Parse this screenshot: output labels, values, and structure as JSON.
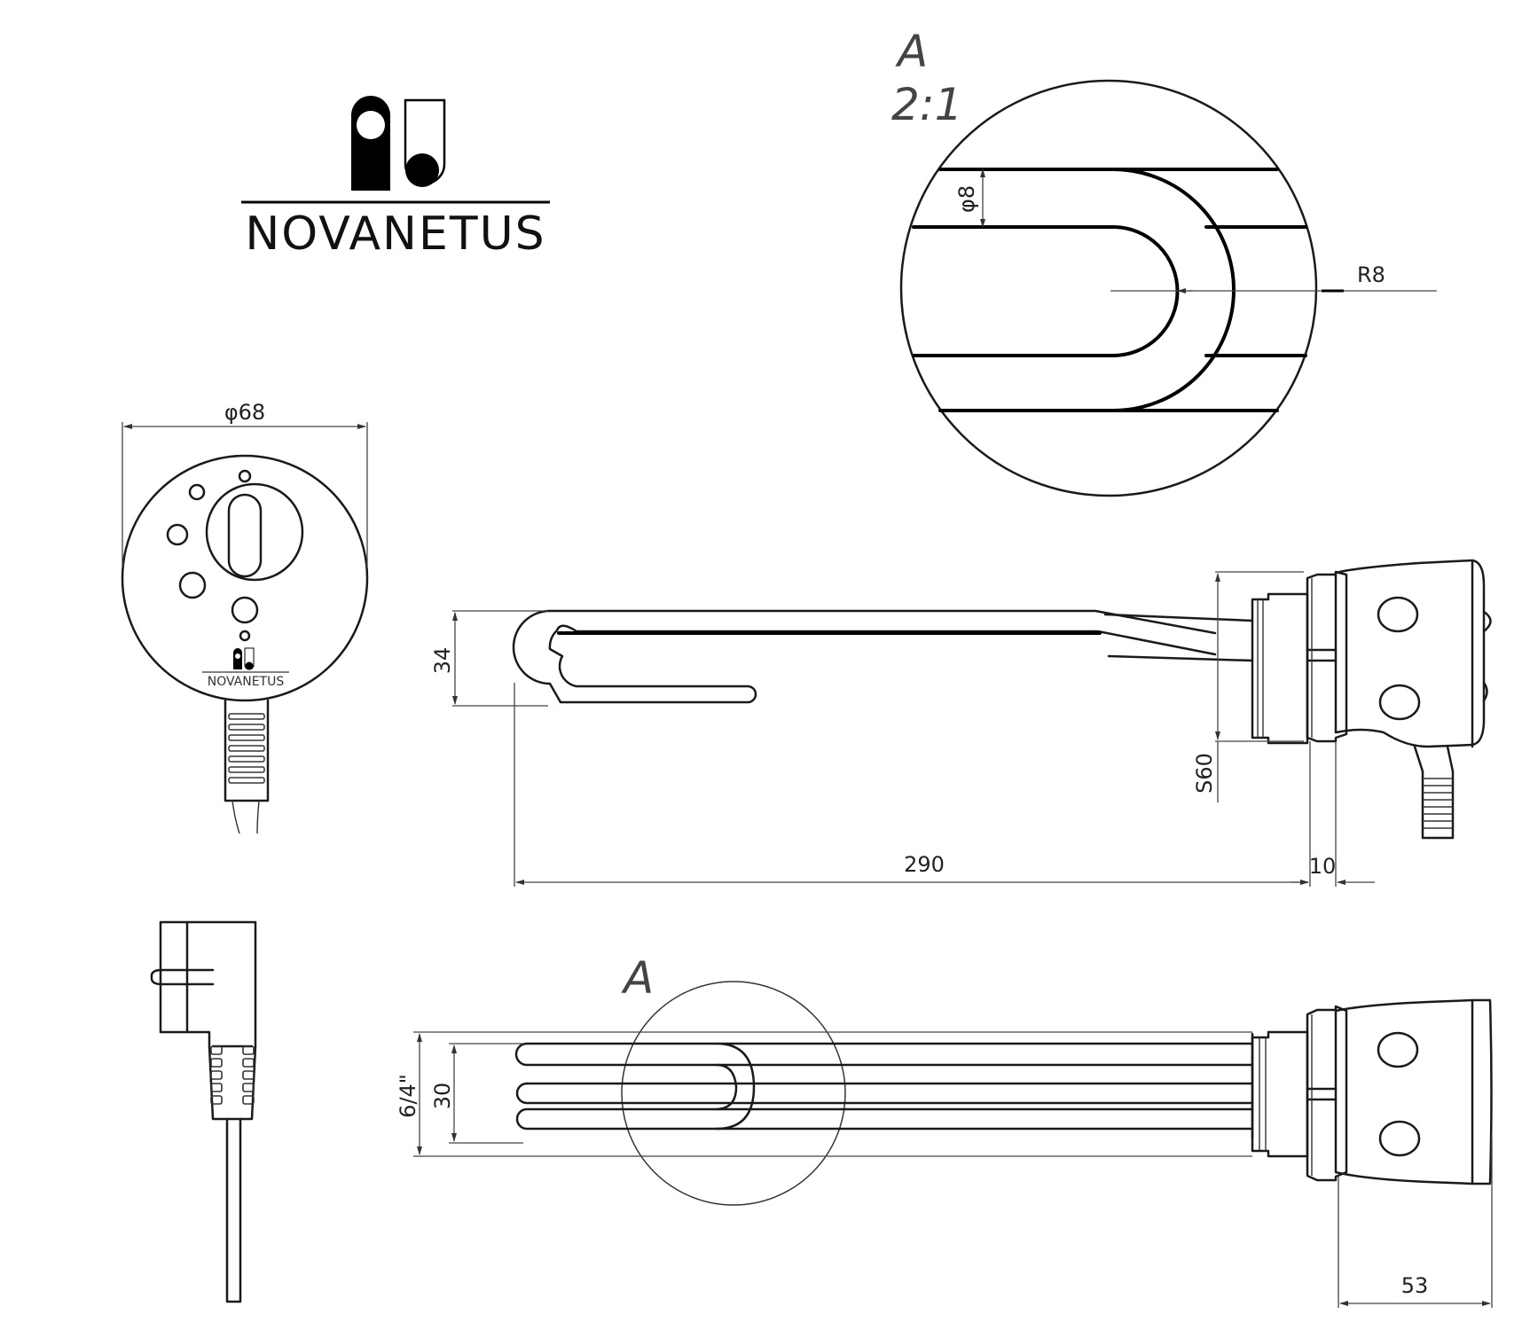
{
  "brand": {
    "name": "NOVANETUS"
  },
  "detail": {
    "label": "A",
    "scale": "2:1"
  },
  "section_marker": {
    "label": "A"
  },
  "dimensions": {
    "flange_diameter": "φ68",
    "tube_diameter": "φ8",
    "bend_radius": "R8",
    "element_height": "34",
    "element_length": "290",
    "nut_width": "10",
    "spanner_size": "S60",
    "thread_size": "6/4\"",
    "element_spread": "30",
    "head_length": "53"
  }
}
